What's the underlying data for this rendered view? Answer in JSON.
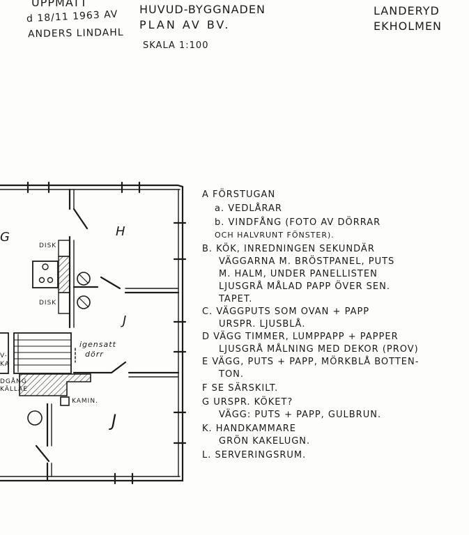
{
  "header": {
    "surveyed_label": "UPPMÄTT",
    "surveyed_date": "d 18/11 1963 AV",
    "surveyor": "ANDERS LINDAHL",
    "building": "HUVUD-BYGGNADEN",
    "plan": "PLAN AV BV.",
    "scale": "SKALA 1:100",
    "place": "LANDERYD",
    "site": "EKHOLMEN"
  },
  "plan": {
    "room_labels": {
      "g": "G",
      "h": "H",
      "j_upper": "J",
      "j_lower": "J"
    },
    "disk_upper": "DISK",
    "disk_lower": "DISK",
    "igensatt_line1": "igensatt",
    "igensatt_line2": "dörr",
    "kamin": "KAMIN.",
    "left_cut_1": "V-",
    "left_cut_2": "KA",
    "left_cut_3": "DGÅNG",
    "left_cut_4": "KÄLLAE"
  },
  "legend": [
    {
      "text": "A FÖRSTUGAN"
    },
    {
      "text": "a. VEDLÅRAR"
    },
    {
      "text": "b. VINDFÅNG (FOTO AV DÖRRAR"
    },
    {
      "text": "OCH HALVRUNT FÖNSTER)."
    },
    {
      "text": "B. KÖK, INREDNINGEN SEKUNDÄR"
    },
    {
      "text": "VÄGGARNA M. BRÖSTPANEL, PUTS"
    },
    {
      "text": "M. HALM, UNDER PANELLISTEN"
    },
    {
      "text": "LJUSGRÅ MÅLAD PAPP ÖVER SEN."
    },
    {
      "text": "TAPET."
    },
    {
      "text": "C. VÄGGPUTS SOM OVAN + PAPP"
    },
    {
      "text": "URSPR. LJUSBLÅ."
    },
    {
      "text": "D VÄGG TIMMER, LUMPPAPP + PAPPER"
    },
    {
      "text": "LJUSGRÅ MÅLNING MED DEKOR (PROV)"
    },
    {
      "text": "E VÄGG, PUTS + PAPP, MÖRKBLÅ BOTTEN-"
    },
    {
      "text": "TON."
    },
    {
      "text": "F SE SÄRSKILT."
    },
    {
      "text": "G URSPR. KÖKET?"
    },
    {
      "text": "VÄGG: PUTS + PAPP, GULBRUN."
    },
    {
      "text": "K. HANDKAMMARE"
    },
    {
      "text": "GRÖN KAKELUGN."
    },
    {
      "text": "L. SERVERINGSRUM."
    }
  ]
}
